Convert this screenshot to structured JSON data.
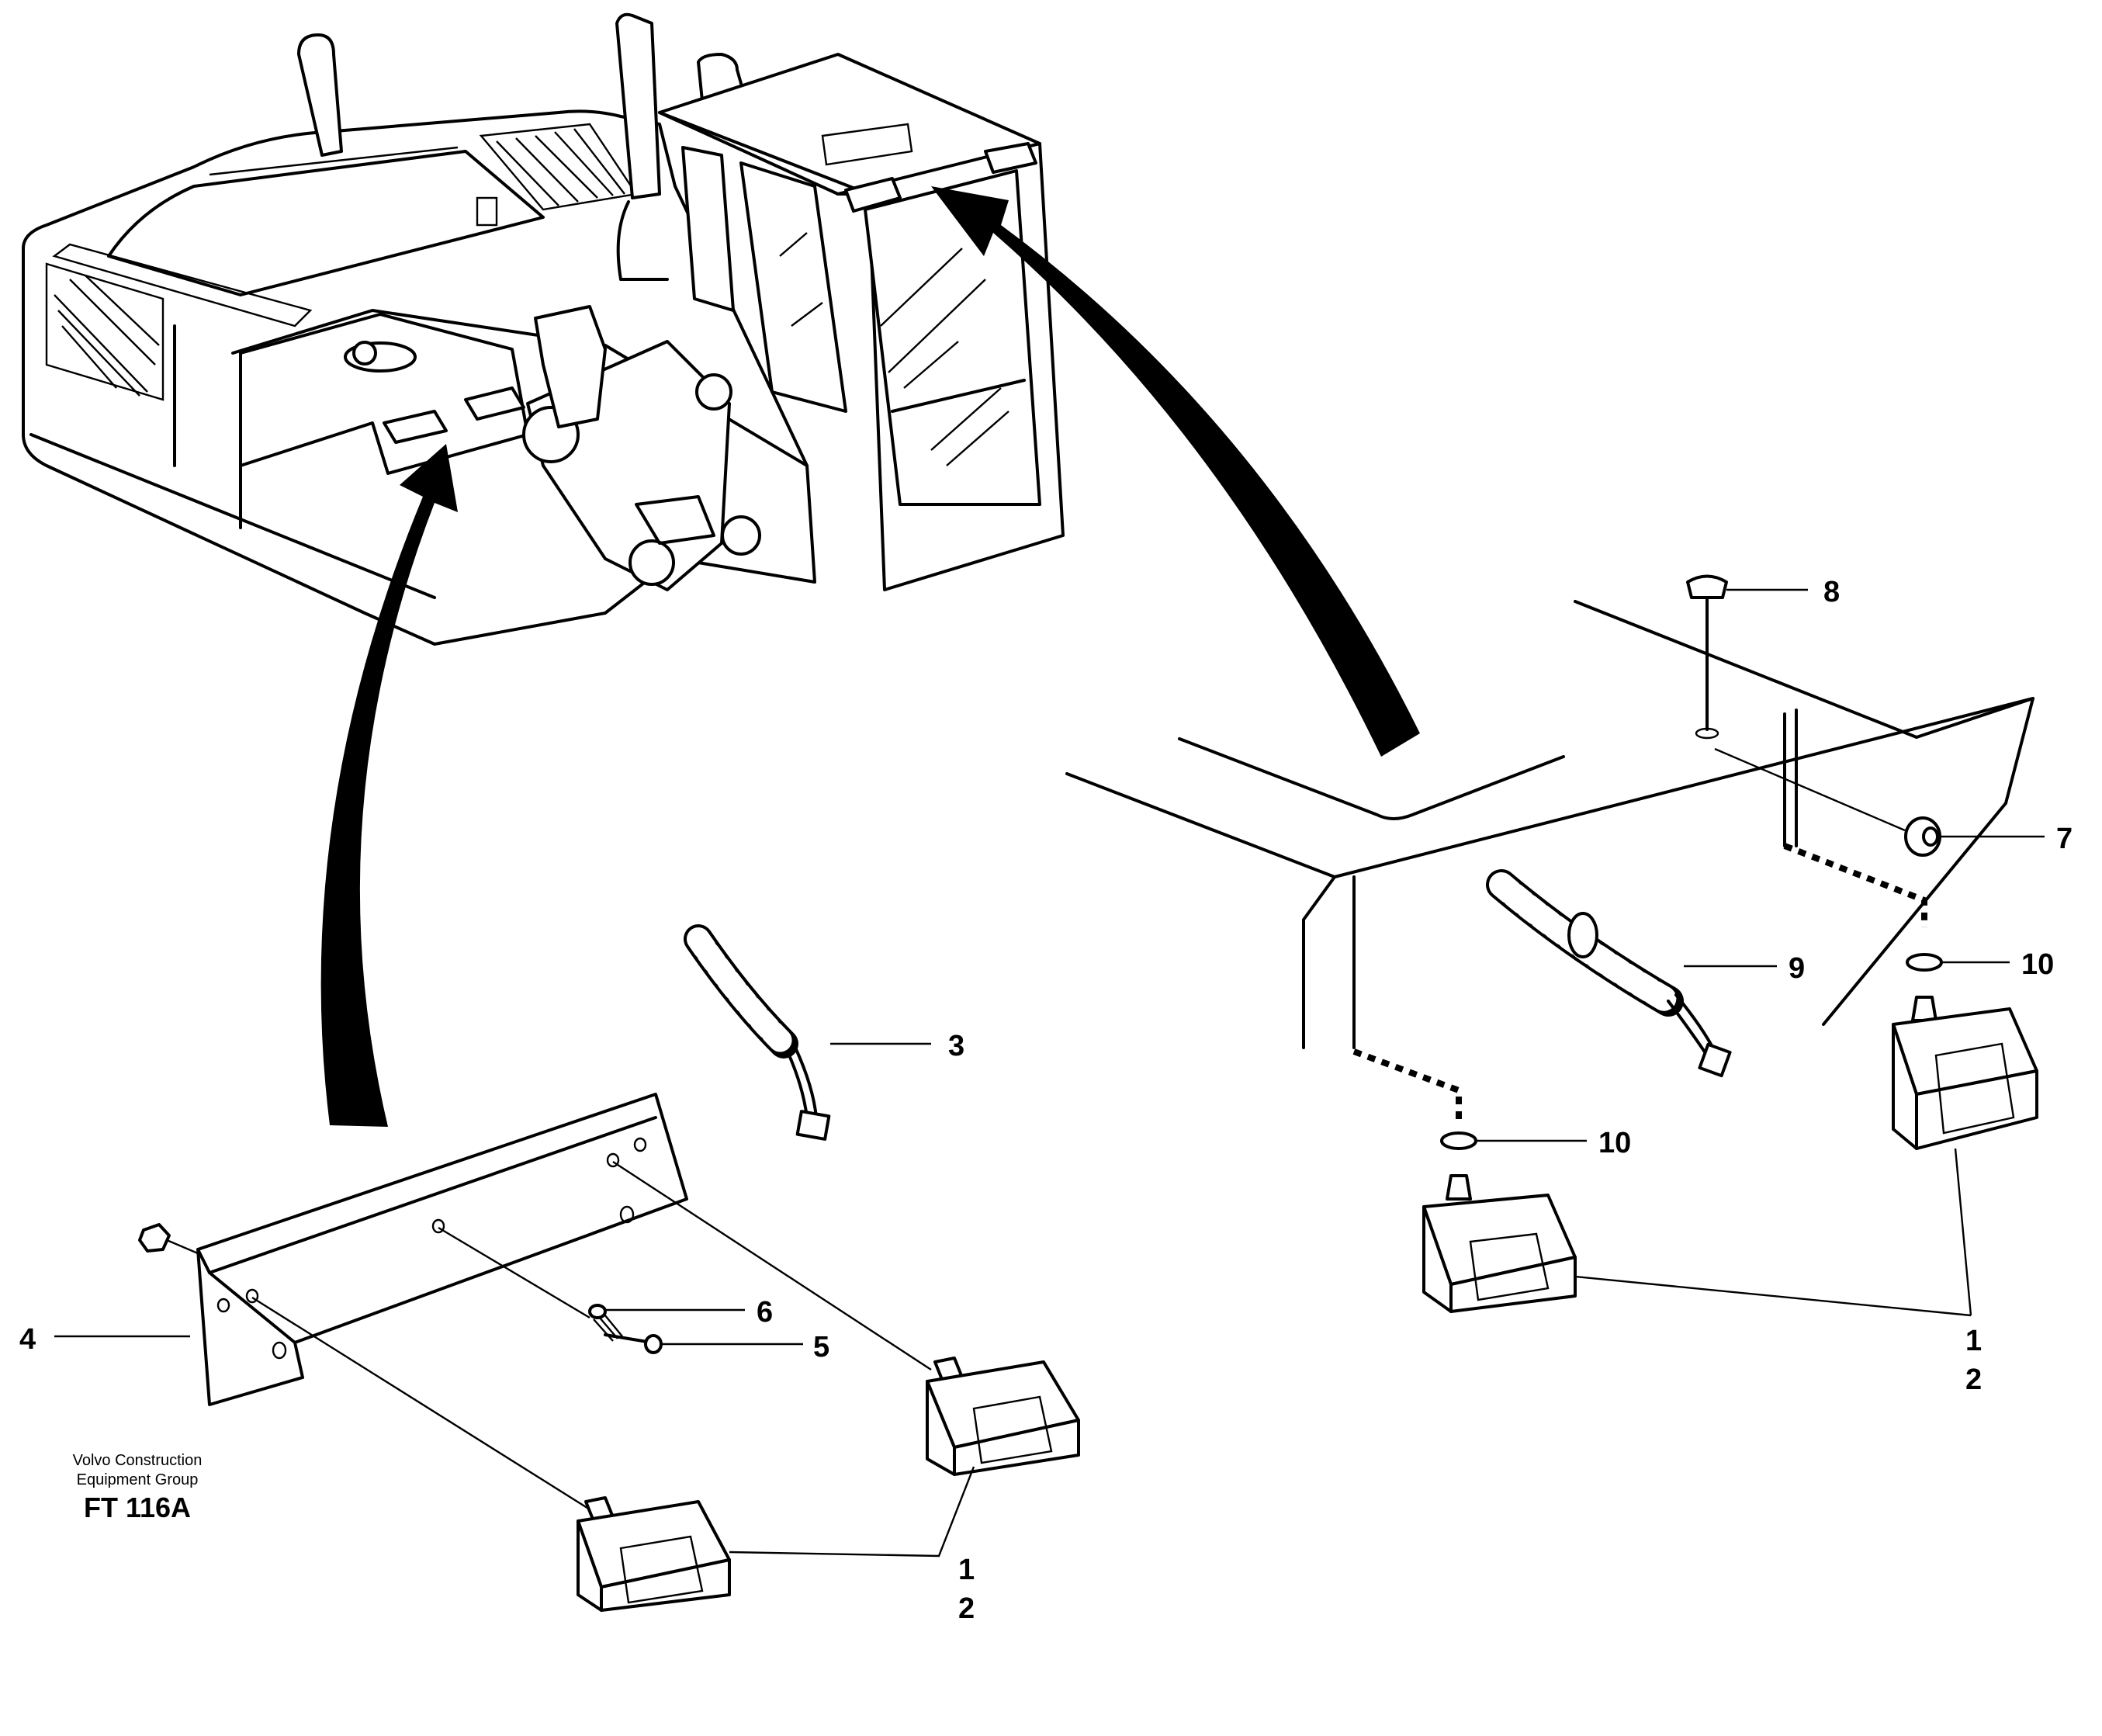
{
  "callouts": [
    {
      "id": "c1",
      "text": "1"
    },
    {
      "id": "c2",
      "text": "2"
    },
    {
      "id": "c3",
      "text": "3"
    },
    {
      "id": "c4",
      "text": "4"
    },
    {
      "id": "c5",
      "text": "5"
    },
    {
      "id": "c6",
      "text": "6"
    },
    {
      "id": "c7",
      "text": "7"
    },
    {
      "id": "c8",
      "text": "8"
    },
    {
      "id": "c9",
      "text": "9"
    },
    {
      "id": "c10",
      "text": "10"
    }
  ],
  "credit": {
    "line1": "Volvo Construction",
    "line2": "Equipment Group",
    "code": "FT 116A"
  },
  "colors": {
    "ink": "#000000",
    "paper": "#ffffff"
  }
}
